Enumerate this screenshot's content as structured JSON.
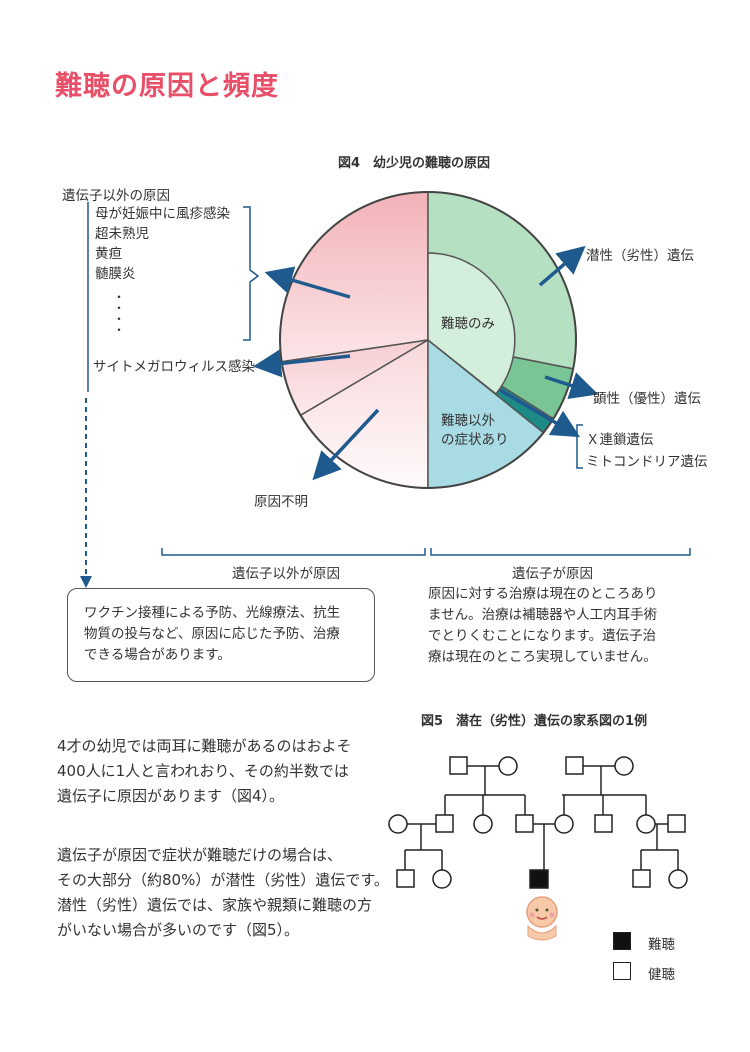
{
  "page_title": "難聴の原因と頻度",
  "figure4": {
    "title": "図4　幼少児の難聴の原因",
    "left_group_title": "遺伝子以外の原因",
    "left_group_items": [
      "母が妊娠中に風疹感染",
      "超未熟児",
      "黄疸",
      "髄膜炎"
    ],
    "ellipsis": "・\n・\n・\n・",
    "cmv": "サイトメガロウィルス感染",
    "unknown": "原因不明",
    "inner_hearing_only": "難聴のみ",
    "inner_symptoms_line1": "難聴以外",
    "inner_symptoms_line2": "の症状あり",
    "recessive": "潜性（劣性）遺伝",
    "dominant": "顕性（優性）遺伝",
    "x_linked": "Ｘ連鎖遺伝",
    "mito": "ミトコンドリア遺伝",
    "bracket_left": "遺伝子以外が原因",
    "bracket_right": "遺伝子が原因"
  },
  "note_box": {
    "lines": [
      "ワクチン接種による予防、光線療法、抗生",
      "物質の投与など、原因に応じた予防、治療",
      "できる場合があります。"
    ]
  },
  "gene_paragraph": {
    "lines": [
      "原因に対する治療は現在のところあり",
      "ません。治療は補聴器や人工内耳手術",
      "でとりくむことになります。遺伝子治",
      "療は現在のところ実現していません。"
    ]
  },
  "figure5": {
    "title": "図5　潜在（劣性）遺伝の家系図の1例",
    "legend_hearing_loss": "難聴",
    "legend_hearing_normal": "健聴"
  },
  "body_paragraph1": {
    "lines": [
      "4才の幼児では両耳に難聴があるのはおよそ",
      "400人に1人と言われおり、その約半数では",
      "遺伝子に原因があります（図4）。"
    ]
  },
  "body_paragraph2": {
    "lines": [
      "遺伝子が原因で症状が難聴だけの場合は、",
      "その大部分（約80%）が潜性（劣性）遺伝です。",
      "潜性（劣性）遺伝では、家族や親類に難聴の方",
      "がいない場合が多いのです（図5）。"
    ]
  },
  "colors": {
    "title": "#e8506a",
    "arrow": "#1f5a8e",
    "pink": "#f2b3ba",
    "green": "#b6e0c2",
    "green_dark": "#6cc08a",
    "teal": "#1d8a86",
    "blue": "#a9dbe5"
  }
}
